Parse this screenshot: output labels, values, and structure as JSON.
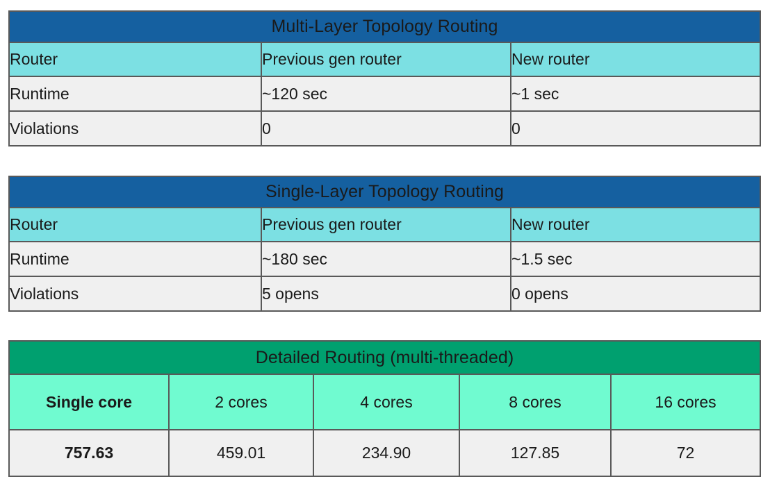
{
  "page": {
    "background": "#ffffff",
    "accent_blue": "#1560A0",
    "accent_cyan": "#7CE0E3",
    "accent_green": "#00A06F",
    "accent_mint": "#70FBD0",
    "cell_gray": "#F0F0F0",
    "border_color": "#595959"
  },
  "tables": [
    {
      "id": "multi-layer-topology-routing",
      "title": "Multi-Layer Topology Routing",
      "title_color": "#1560A0",
      "columns": [
        "Router",
        "Previous gen router",
        "New router"
      ],
      "rows": [
        [
          "Runtime",
          "~120 sec",
          "~1 sec"
        ],
        [
          "Violations",
          "0",
          "0"
        ]
      ]
    },
    {
      "id": "single-layer-topology-routing",
      "title": "Single-Layer Topology Routing",
      "title_color": "#1560A0",
      "columns": [
        "Router",
        "Previous gen router",
        "New router"
      ],
      "rows": [
        [
          "Runtime",
          "~180 sec",
          "~1.5 sec"
        ],
        [
          "Violations",
          "5 opens",
          "0 opens"
        ]
      ]
    },
    {
      "id": "detailed-routing-multi-threaded",
      "title": "Detailed Routing (multi-threaded)",
      "title_color": "#00A06F",
      "columns": [
        "Single core",
        "2 cores",
        "4 cores",
        "8 cores",
        "16 cores"
      ],
      "rows": [
        [
          "757.63",
          "459.01",
          "234.90",
          "127.85",
          "72"
        ]
      ]
    }
  ]
}
